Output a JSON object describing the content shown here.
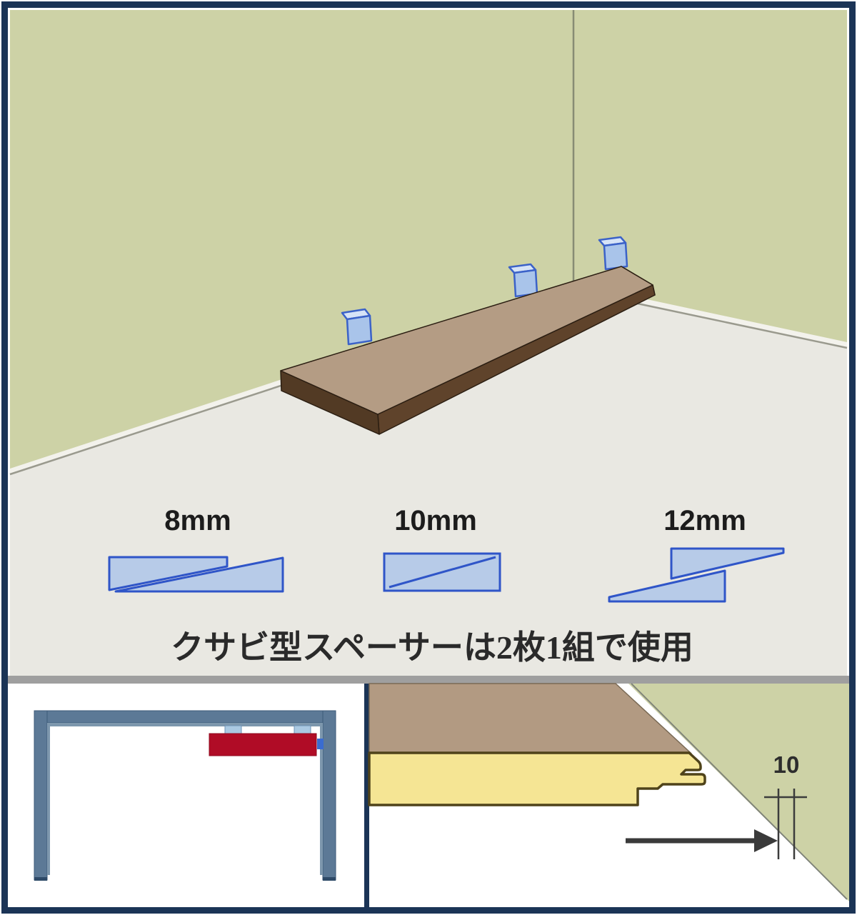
{
  "figure": {
    "caption": "クサビ型スペーサーは2枚1組で使用",
    "spacer_sizes": [
      {
        "label": "8mm"
      },
      {
        "label": "10mm"
      },
      {
        "label": "12mm"
      }
    ],
    "gap_dimension_mm": "10"
  },
  "colors": {
    "border_navy": "#1b3456",
    "wall_green": "#cdd2a6",
    "floor_gray": "#e9e8e2",
    "plank_top": "#b49c84",
    "plank_side": "#5f432b",
    "spacer_fill_light": "#b7cbe8",
    "spacer_border_blue": "#2f55c8",
    "frame_steel_blue": "#5c7996",
    "board_red": "#b00c26",
    "section_yellow": "#f5e594",
    "section_outline": "#4f431a",
    "divider_gray": "#9f9f9f"
  }
}
